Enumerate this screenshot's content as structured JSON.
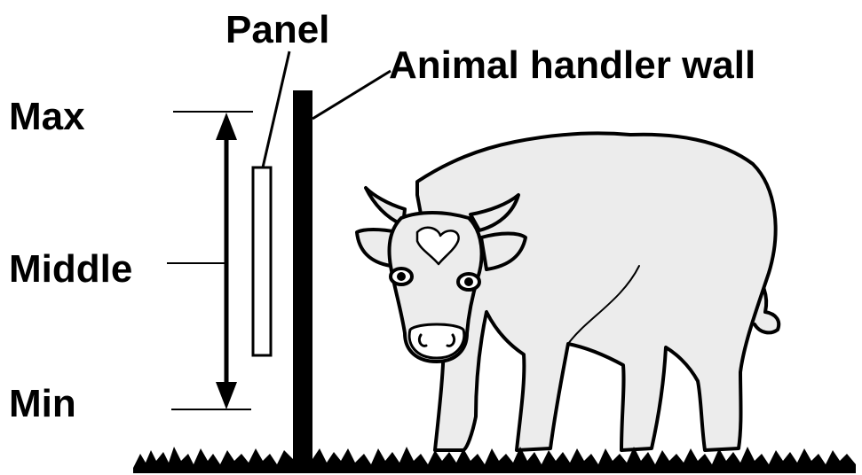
{
  "labels": {
    "panel": "Panel",
    "wall": "Animal handler wall",
    "max": "Max",
    "middle": "Middle",
    "min": "Min"
  },
  "colors": {
    "ink": "#000000",
    "cow_fill": "#ececec",
    "background": "#ffffff"
  },
  "icons": {
    "cow": "cow-illustration",
    "grass": "grass-strip",
    "height_range": "double-headed-arrow"
  }
}
